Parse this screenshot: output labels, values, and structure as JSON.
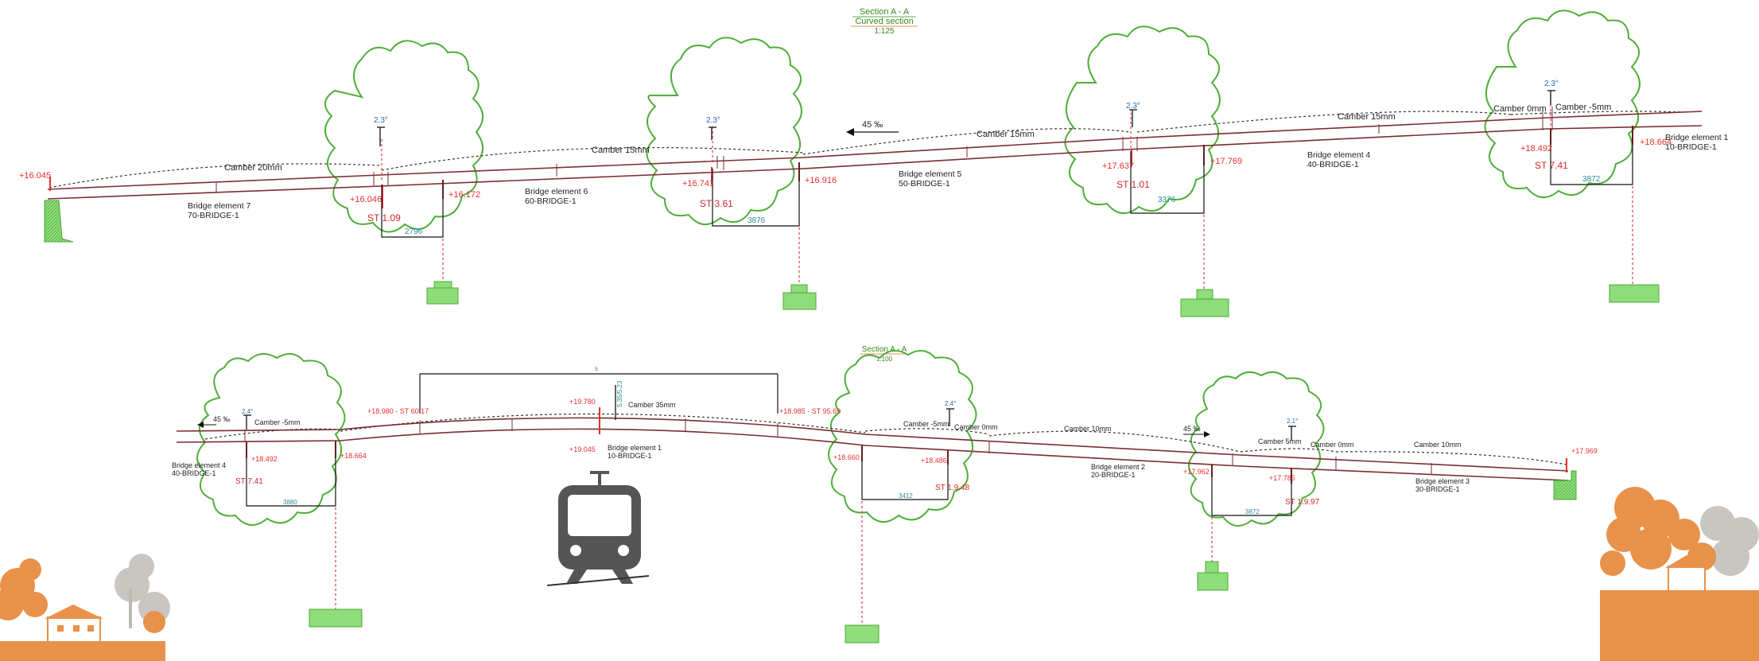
{
  "upper": {
    "title": "Section A - A",
    "subtitle": "Curved section",
    "scale": "1:125",
    "slope": "45 ‰",
    "cambers": [
      "Camber 20mm",
      "Camber 15mm",
      "Camber 15mm",
      "Camber 15mm",
      "Camber 0mm",
      "Camber -5mm"
    ],
    "elements": [
      {
        "name": "Bridge element 7",
        "code": "70-BRIDGE-1"
      },
      {
        "name": "Bridge element 6",
        "code": "60-BRIDGE-1"
      },
      {
        "name": "Bridge element 5",
        "code": "50-BRIDGE-1"
      },
      {
        "name": "Bridge element 4",
        "code": "40-BRIDGE-1"
      },
      {
        "name": "Bridge element 1",
        "code": "10-BRIDGE-1"
      }
    ],
    "elevations": [
      "+16.045",
      "+16.046",
      "+16.172",
      "+16.741",
      "+16.916",
      "+17.637",
      "+17.769",
      "+18.492",
      "+18.664"
    ],
    "stations": [
      "ST 1.09",
      "ST 3.61",
      "ST 1.01",
      "ST 7.41"
    ],
    "dimensions": [
      "2796",
      "3876",
      "3376",
      "3872"
    ],
    "angles": [
      "2.3°",
      "2.3°",
      "2.3°",
      "2.3°"
    ]
  },
  "lower": {
    "title": "Section A - A",
    "scale": "1:100",
    "slope_left": "45 ‰",
    "slope_right": "45 ‰",
    "span_label": "s",
    "vertical_dim": "5.35/5.23",
    "cambers": [
      "Camber -5mm",
      "Camber 35mm",
      "Camber -5mm",
      "Camber 0mm",
      "Camber 10mm",
      "Camber 5mm",
      "Camber 0mm",
      "Camber 10mm"
    ],
    "elements": [
      {
        "name": "Bridge element 4",
        "code": "40-BRIDGE-1"
      },
      {
        "name": "Bridge element 1",
        "code": "10-BRIDGE-1"
      },
      {
        "name": "Bridge element 2",
        "code": "20-BRIDGE-1"
      },
      {
        "name": "Bridge element 3",
        "code": "30-BRIDGE-1"
      }
    ],
    "elevations": [
      "+18.492",
      "+18.664",
      "+18.980 - ST 60.17",
      "+19.780",
      "+19.045",
      "+18.985 - ST 95.69",
      "+18.660",
      "+18.486",
      "+17.962",
      "+17.786",
      "+17.969"
    ],
    "stations": [
      "ST 7.41",
      "ST 1.9.48",
      "ST 1.9.97"
    ],
    "dimensions": [
      "3880",
      "3412",
      "3872"
    ],
    "angles": [
      "2.4°",
      "2.4°",
      "2.1°"
    ]
  },
  "colors": {
    "outline_green": "#4fae3a",
    "foundation_green": "#8fdc7a",
    "beam": "#7a2e2e",
    "elevation_red": "#e53030",
    "dimension_teal": "#2a8a9a",
    "tree_orange": "#e8914a",
    "tree_gray": "#c9c6c2",
    "train_gray": "#555555"
  },
  "icons": [
    "tram-icon",
    "tree-scene-left",
    "tree-scene-right"
  ]
}
